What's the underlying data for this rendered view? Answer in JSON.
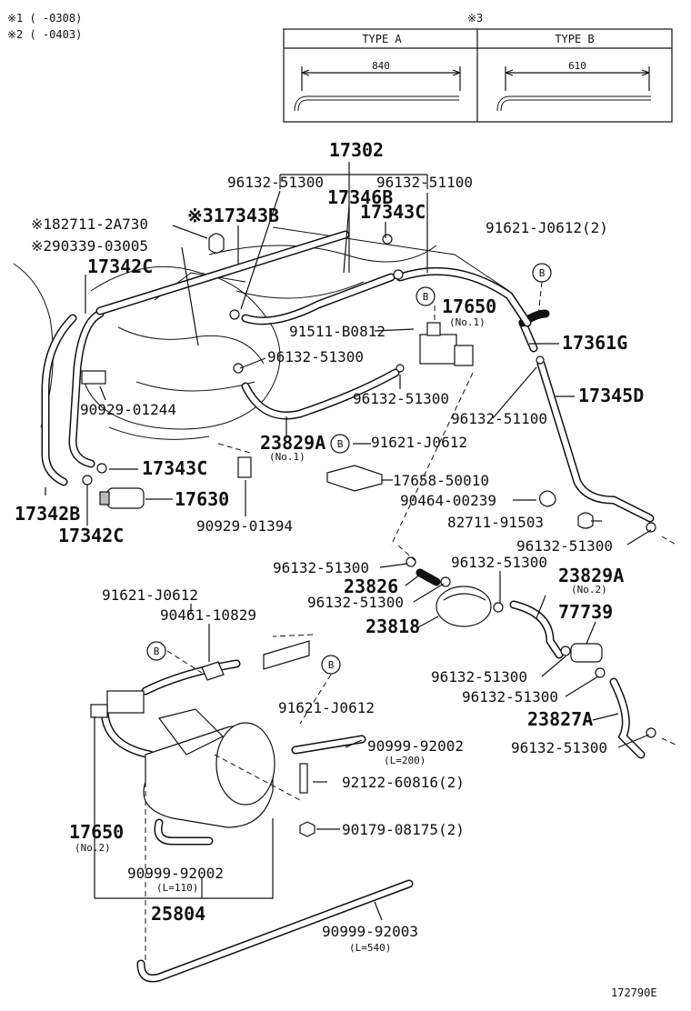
{
  "notes": {
    "note1": "※1 (      -0308)",
    "note2": "※2 (      -0403)",
    "note3": "※3"
  },
  "type_table": {
    "type_a": "TYPE A",
    "type_b": "TYPE B",
    "dim_a": "840",
    "dim_b": "610"
  },
  "callouts": {
    "p17302": "17302",
    "p96132_51300_a": "96132-51300",
    "p96132_51100_a": "96132-51100",
    "p17346B": "17346B",
    "p82711_2A730": "※182711-2A730",
    "p17343B": "※317343B",
    "p17343C_a": "17343C",
    "p90339": "※290339-03005",
    "p17342C_a": "17342C",
    "p91621_J0612_2a": "91621-J0612(2)",
    "p17650_1": "17650",
    "p17650_1_sub": "(No.1)",
    "p91511": "91511-B0812",
    "p17361G": "17361G",
    "p96132_51300_b": "96132-51300",
    "p17345D": "17345D",
    "p96132_51300_c": "96132-51300",
    "p90929_01244": "90929-01244",
    "p96132_51100_b": "96132-51100",
    "p23829A_1": "23829A",
    "p23829A_1_sub": "(No.1)",
    "p91621_J0612_b": "91621-J0612",
    "p17343C_b": "17343C",
    "p17658": "17658-50010",
    "p17342B": "17342B",
    "p17630": "17630",
    "p90464": "90464-00239",
    "p17342C_b": "17342C",
    "p90929_01394": "90929-01394",
    "p82711_91503": "82711-91503",
    "p96132_51300_d": "96132-51300",
    "p96132_51300_e": "96132-51300",
    "p96132_51300_f": "96132-51300",
    "p23826": "23826",
    "p23829A_2": "23829A",
    "p23829A_2_sub": "(No.2)",
    "p96132_51300_g": "96132-51300",
    "p77739": "77739",
    "p23818": "23818",
    "p91621_J0612_c": "91621-J0612",
    "p90461": "90461-10829",
    "p96132_51300_h": "96132-51300",
    "p96132_51300_i": "96132-51300",
    "p23827A": "23827A",
    "p91621_J0612_d": "91621-J0612",
    "p96132_51300_j": "96132-51300",
    "p90999_92002_a": "90999-92002",
    "p90999_92002_a_sub": "(L=200)",
    "p92122": "92122-60816(2)",
    "p17650_2": "17650",
    "p17650_2_sub": "(No.2)",
    "p90179": "90179-08175(2)",
    "p90999_92002_b": "90999-92002",
    "p90999_92002_b_sub": "(L=110)",
    "p25804": "25804",
    "p90999_92003": "90999-92003",
    "p90999_92003_sub": "(L=540)",
    "fig_no": "172790E"
  },
  "markers": {
    "b": "B"
  }
}
